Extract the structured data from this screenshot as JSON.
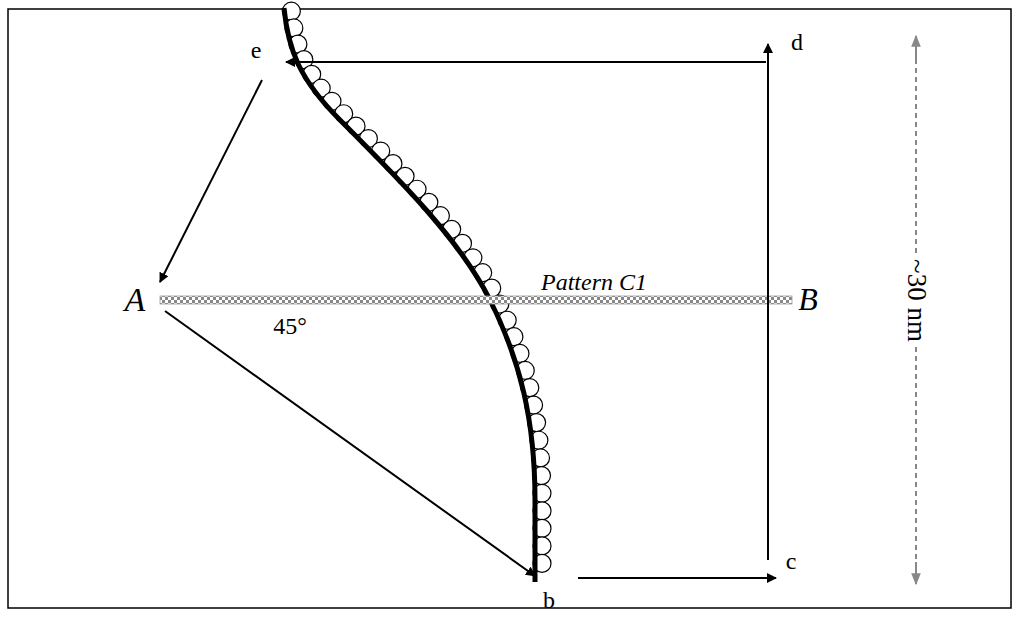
{
  "diagram": {
    "labels": [
      "e",
      "d",
      "A",
      "Pattern C1",
      "B",
      "45°",
      "b",
      "c",
      "~30 nm"
    ]
  }
}
